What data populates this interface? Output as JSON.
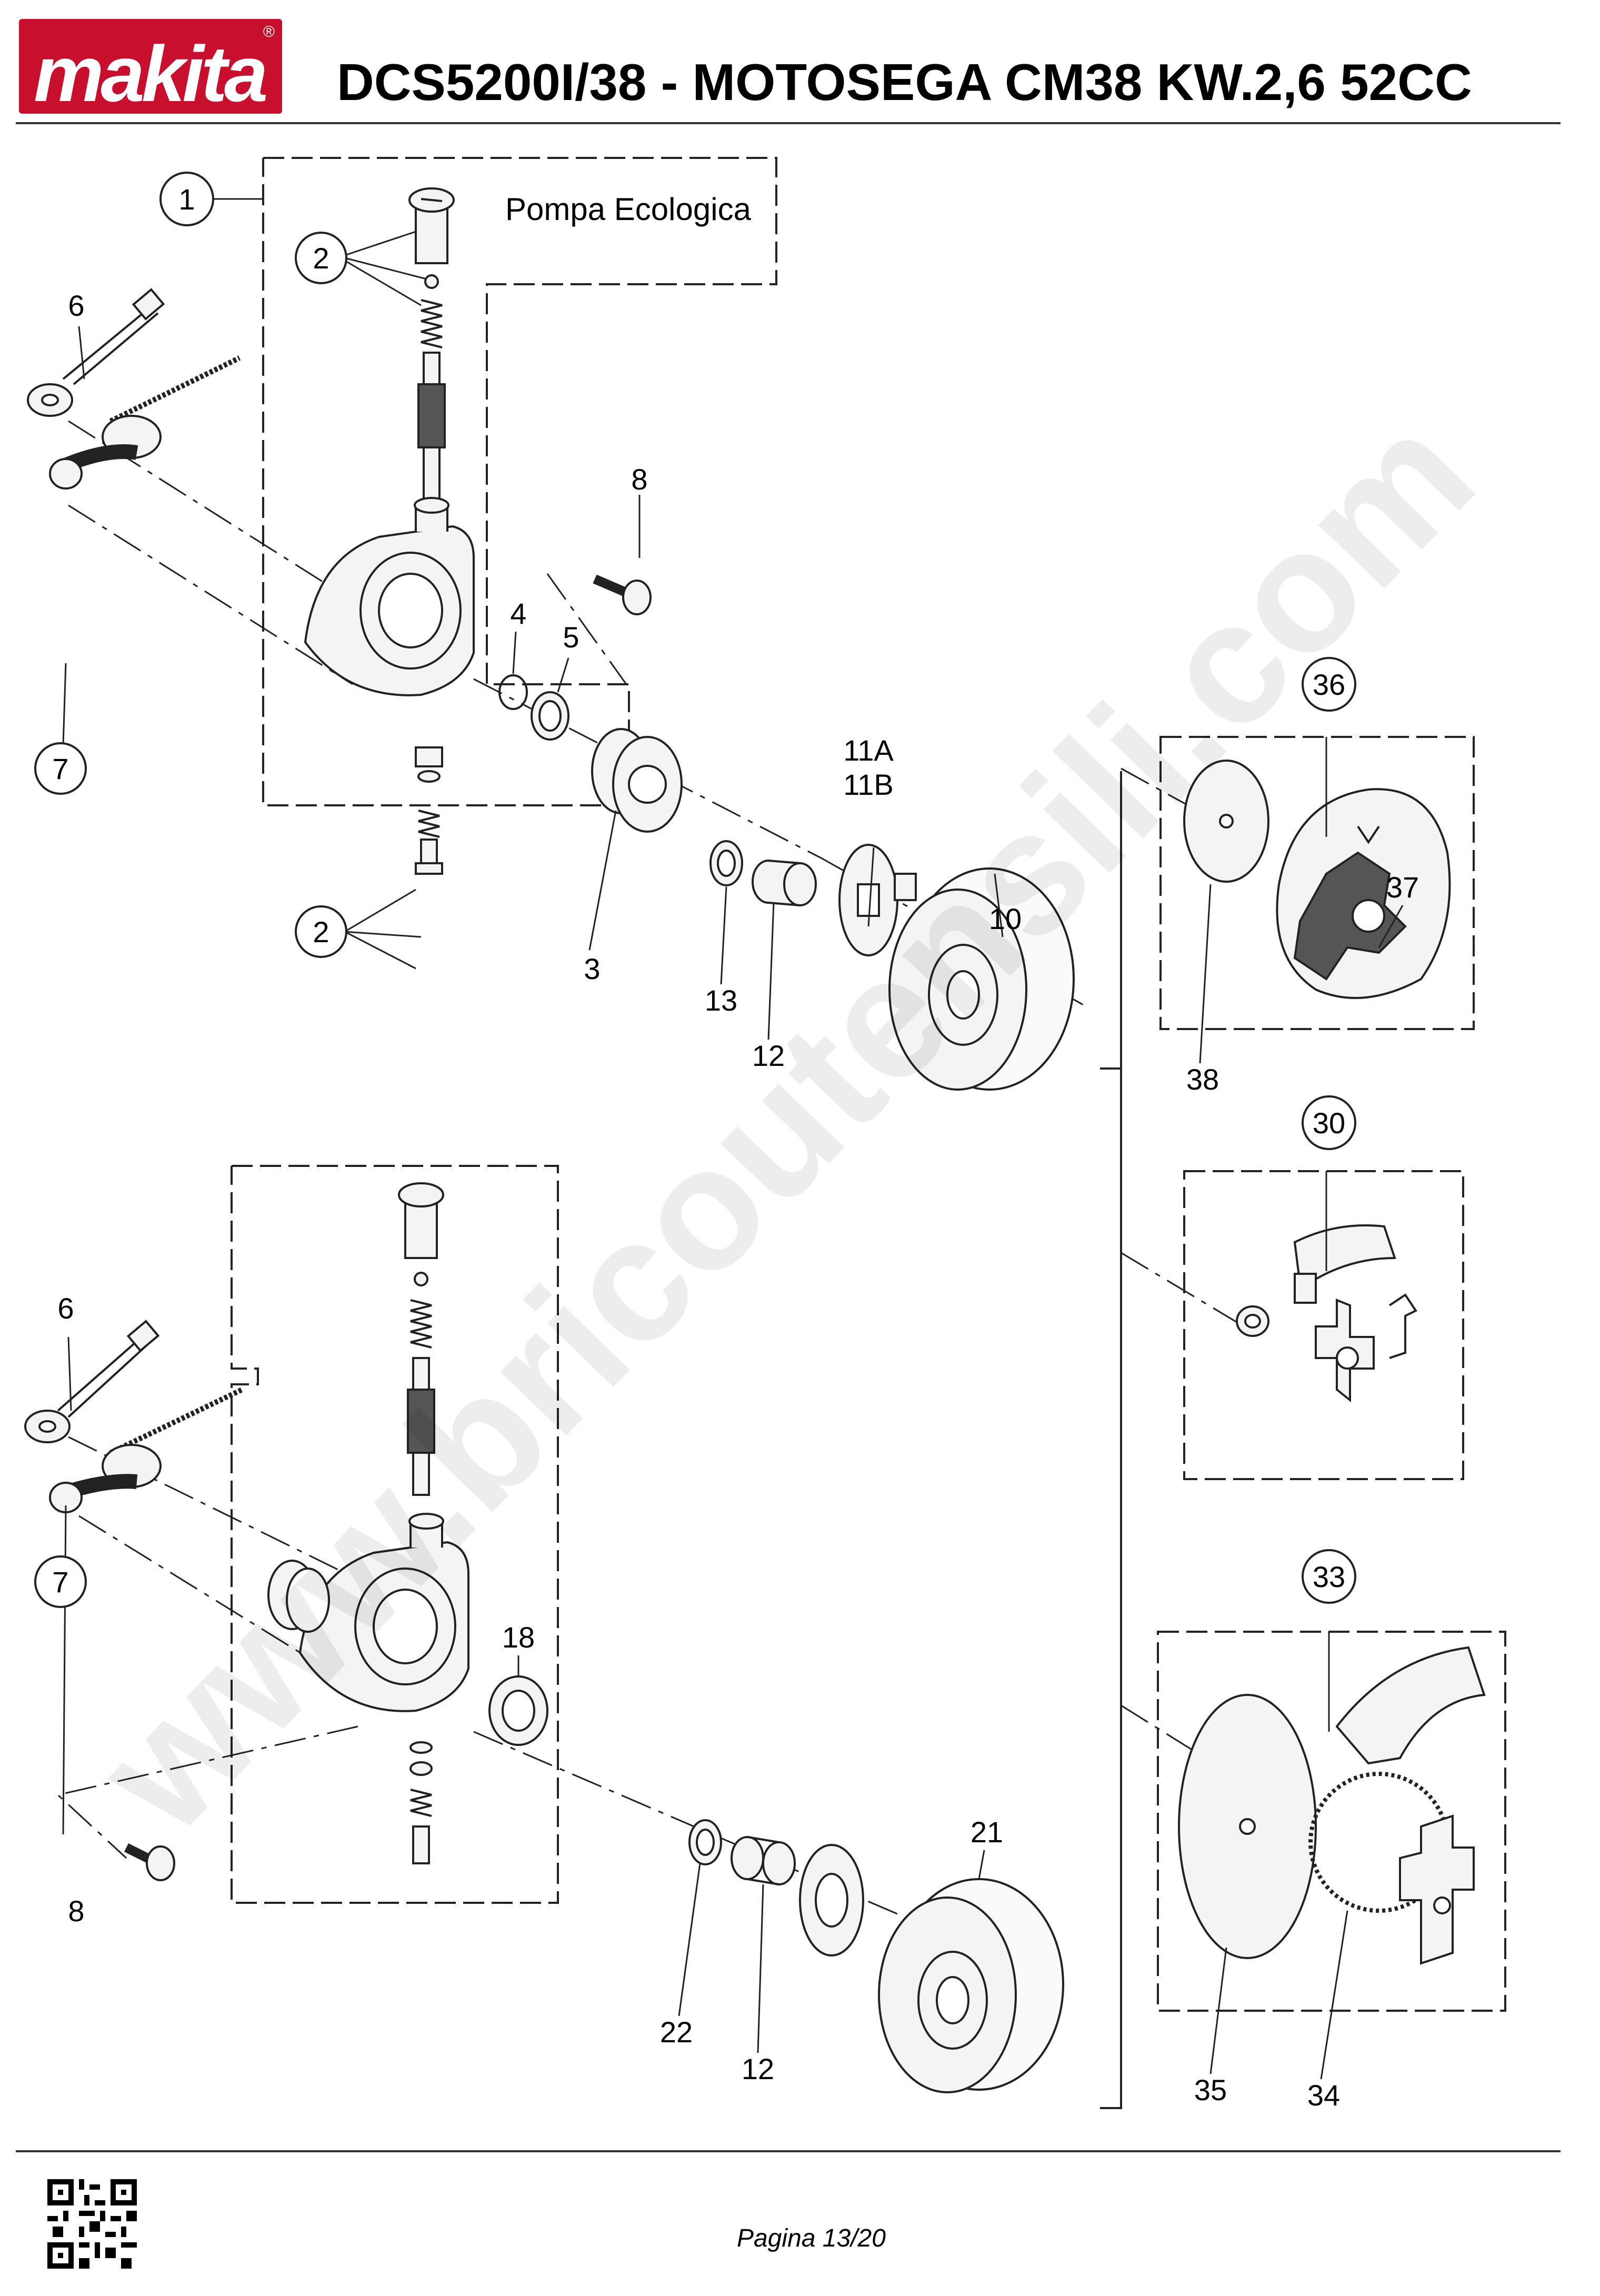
{
  "header": {
    "brand": "makita",
    "title": "DCS5200I/38 - MOTOSEGA CM38 KW.2,6 52CC"
  },
  "diagram": {
    "group_label": "Pompa Ecologica",
    "callouts": [
      {
        "id": "c-1",
        "label": "1",
        "circled": true
      },
      {
        "id": "c-2a",
        "label": "2",
        "circled": true
      },
      {
        "id": "c-6a",
        "label": "6",
        "circled": false
      },
      {
        "id": "c-7a",
        "label": "7",
        "circled": true
      },
      {
        "id": "c-8a",
        "label": "8",
        "circled": false
      },
      {
        "id": "c-4",
        "label": "4",
        "circled": false
      },
      {
        "id": "c-5",
        "label": "5",
        "circled": false
      },
      {
        "id": "c-2b",
        "label": "2",
        "circled": true
      },
      {
        "id": "c-3",
        "label": "3",
        "circled": false
      },
      {
        "id": "c-11a",
        "label": "11A",
        "circled": false
      },
      {
        "id": "c-11b",
        "label": "11B",
        "circled": false
      },
      {
        "id": "c-13",
        "label": "13",
        "circled": false
      },
      {
        "id": "c-12a",
        "label": "12",
        "circled": false
      },
      {
        "id": "c-10",
        "label": "10",
        "circled": false
      },
      {
        "id": "c-36",
        "label": "36",
        "circled": true
      },
      {
        "id": "c-37",
        "label": "37",
        "circled": false
      },
      {
        "id": "c-38",
        "label": "38",
        "circled": false
      },
      {
        "id": "c-30",
        "label": "30",
        "circled": true
      },
      {
        "id": "c-6b",
        "label": "6",
        "circled": false
      },
      {
        "id": "c-7b",
        "label": "7",
        "circled": true
      },
      {
        "id": "c-18",
        "label": "18",
        "circled": false
      },
      {
        "id": "c-33",
        "label": "33",
        "circled": true
      },
      {
        "id": "c-8b",
        "label": "8",
        "circled": false
      },
      {
        "id": "c-22",
        "label": "22",
        "circled": false
      },
      {
        "id": "c-12b",
        "label": "12",
        "circled": false
      },
      {
        "id": "c-21",
        "label": "21",
        "circled": false
      },
      {
        "id": "c-35",
        "label": "35",
        "circled": false
      },
      {
        "id": "c-34",
        "label": "34",
        "circled": false
      }
    ]
  },
  "watermark": "www.bricoutensili.com",
  "footer": {
    "page": "Pagina 13/20"
  }
}
